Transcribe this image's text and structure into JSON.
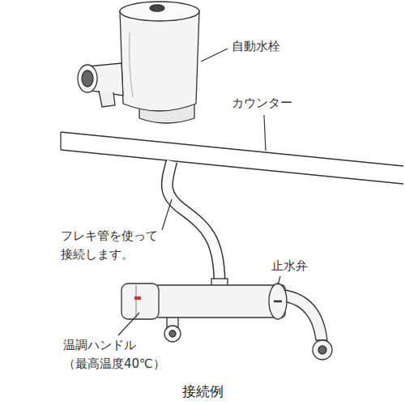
{
  "diagram": {
    "caption": "接続例",
    "labels": [
      "自動水栓",
      "カウンター",
      "フレキ管を使って 接続します。",
      "止水弁",
      "温調ハンドル （最高温度40℃）"
    ]
  }
}
